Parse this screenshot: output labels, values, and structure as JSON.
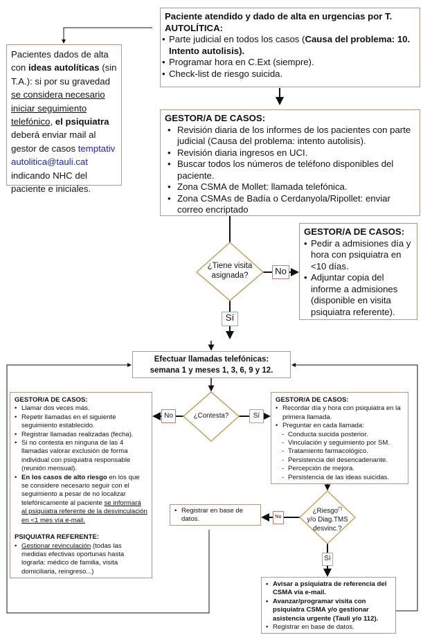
{
  "colors": {
    "box_border": "#b89486",
    "diamond_stroke": "#c8a060",
    "no_border": "#c77a6c",
    "si_border": "#8fb39a",
    "link": "#1a1aee"
  },
  "top_box": {
    "title": "Paciente atendido y dado de alta en urgencias por T. AUTOLÍTICA:",
    "item1_a": "Parte judicial en todos los casos (",
    "item1_b": "Causa del problema: 10. Intento autolisis).",
    "item2": "Programar hora en C.Ext (siempre).",
    "item3": "Check-list de riesgo suicida."
  },
  "left_box": {
    "t1": "Pacientes dados de alta con ",
    "t2": "ideas autolíticas",
    "t3": " (sin T.A.):  si  por su gravedad  ",
    "t4": "se considera necesario iniciar seguimiento telefónico,",
    "t5": " el  psiquiatra",
    "t6": " deberá enviar mail al gestor de casos ",
    "email": "temptativautolitica@tauli.cat",
    "t7": " indicando NHC del paciente e iniciales."
  },
  "gestor_box": {
    "title": "GESTOR/A DE CASOS:",
    "items": [
      "Revisión diaria de los informes de los pacientes con parte judicial (Causa del problema: intento autolisis).",
      "Revisión diaria ingresos en UCI.",
      "Buscar todos  los números de teléfono disponibles del paciente.",
      "Zona CSMA de Mollet: llamada telefónica.",
      "Zona CSMAs de Badía o Cerdanyola/Ripollet: enviar correo encriptado"
    ]
  },
  "diamond_visita": {
    "text": "¿Tiene visita asignada?",
    "no": "No",
    "si": "Sí"
  },
  "gestor_visita_box": {
    "title": "GESTOR/A DE CASOS:",
    "items": [
      "Pedir a admisiones día y hora con psiquiatra en <10 días.",
      "Adjuntar copia del informe a admisiones (disponible en visita psiquiatra referente)."
    ]
  },
  "llamadas_box": {
    "line1": "Efectuar llamadas telefónicas:",
    "line2": "semana 1 y meses  1, 3, 6, 9 y 12."
  },
  "diamond_contesta": {
    "text": "¿Contesta?",
    "no": "No",
    "si": "Sí"
  },
  "left_gestor": {
    "title": "GESTOR/A DE CASOS:",
    "items": [
      "Llamar dos veces más.",
      "Repetir llamadas en el siguiente seguimiento establecido.",
      "Registrar llamadas realizadas (fecha).",
      "Si no contesta en ninguna de las 4 llamadas valorar exclusión de forma individual con psiquiatra responsable (reunión mensual)."
    ],
    "alto_a": "En los casos de alto riesgo",
    "alto_b": " en los que se considere necesario seguir con el seguimiento a pesar de no localizar telefónicamente al paciente ",
    "alto_c": "se informará al psiquiatra referente de la desvinculación en <1 mes vía e-mail.",
    "psiq_title": "PSIQUIATRA REFERENTE:",
    "psiq_a": "Gestionar revinculación",
    "psiq_b": " (todas las medidas efectivas oportunas hasta lograrla: médico de familia, visita domiciliaria, reingreso...)"
  },
  "right_gestor": {
    "title": "GESTOR/A DE CASOS:",
    "items": [
      "Recordar día y hora con psiquiatra en la primera llamada.",
      "Preguntar en cada llamada:"
    ],
    "subitems": [
      "Conducta suicida posterior.",
      "Vinculación y seguimiento por SM.",
      "Tratamiento farmacológico.",
      "Persistencia del desencadenante.",
      "Percepción de mejora.",
      "Persistencia de las ideas suicidas."
    ]
  },
  "diamond_riesgo": {
    "line1": "¿Riesgo",
    "sup": "(*)",
    "line2": "y/o Diag.TMS",
    "line3": "desvinc.?",
    "no": "No",
    "si": "Sí"
  },
  "registrar_box": {
    "item": "Registrar en base de datos."
  },
  "final_box": {
    "items_bold": [
      "Avisar a psiquiatra de referencia del CSMA vía e-mail.",
      "Avanzar/programar visita con psiquiatra CSMA y/o gestionar asistencia urgente (Tauli y/o 112)."
    ],
    "item_plain": "Registrar en base de datos."
  }
}
